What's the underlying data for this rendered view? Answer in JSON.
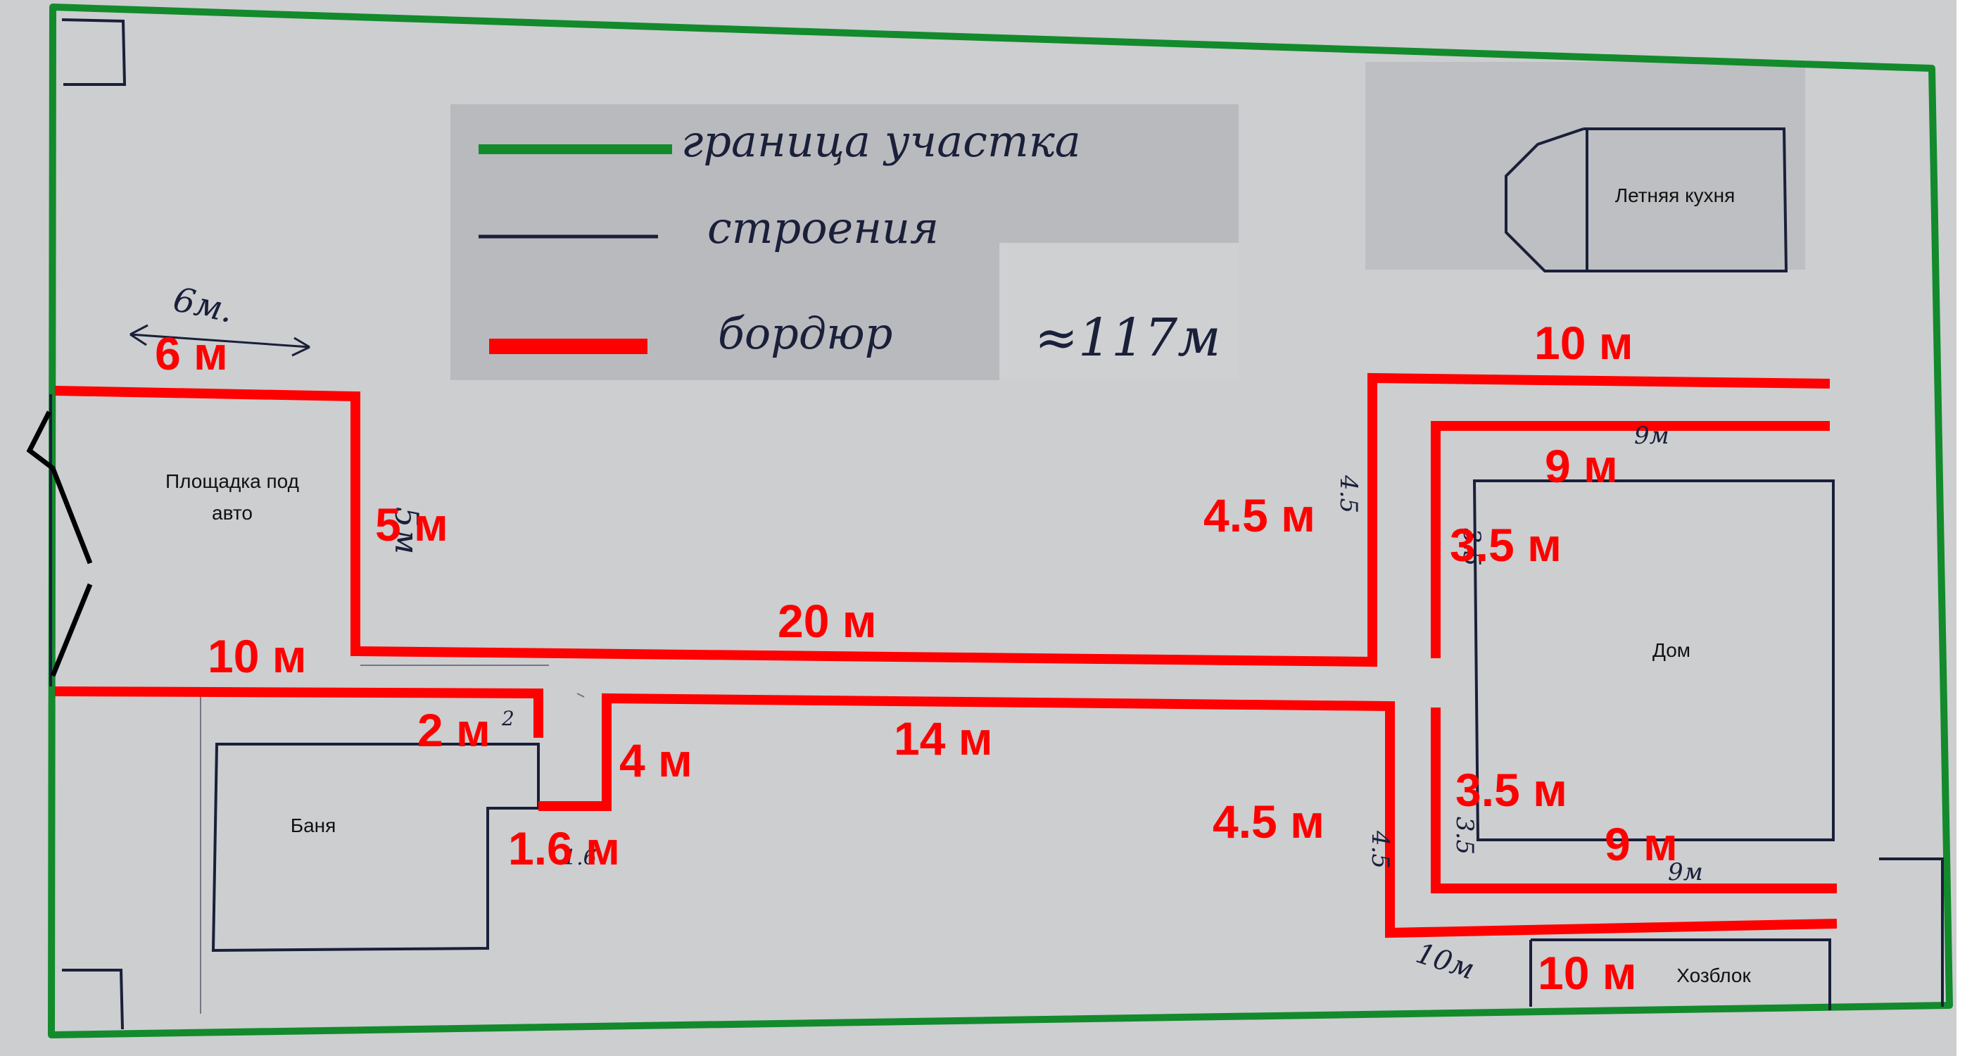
{
  "legend": {
    "boundary_label": "граница участка",
    "buildings_label": "строения",
    "curb_label": "бордюр",
    "total_length": "≈117м"
  },
  "rooms": {
    "parking": [
      "Площадка под",
      "авто"
    ],
    "kitchen": "Летняя кухня",
    "house": "Дом",
    "bathhouse": "Баня",
    "utility_block": "Хозблок"
  },
  "measurements": {
    "top_left_6": "6 м",
    "vertical_5": "5 м",
    "left_10": "10 м",
    "long_20": "20 м",
    "vertical_4_5_top": "4.5 м",
    "top_right_10": "10 м",
    "inner_9_top": "9 м",
    "inner_3_5_top": "3.5 м",
    "step_2": "2 м",
    "step_4": "4 м",
    "step_1_6": "1.6 м",
    "long_14": "14 м",
    "vertical_4_5_bottom": "4.5 м",
    "inner_3_5_bottom": "3.5 м",
    "inner_9_bottom": "9 м",
    "bottom_right_10": "10 м"
  },
  "handwritten_notes": {
    "six_m": "6м.",
    "five_m": "5м",
    "nine_m_top": "9м",
    "nine_m_bottom": "9м",
    "ten_m": "10м",
    "two": "2",
    "three_five_top": "3.5",
    "three_five_bottom": "3.5",
    "four_five_top": "4.5",
    "four_five_bottom": "4.5",
    "one_six": "1.6"
  },
  "colors": {
    "boundary": "#138a2c",
    "buildings": "#1a1f3a",
    "curb": "#ff0000",
    "paper": "#d2d3d5"
  }
}
